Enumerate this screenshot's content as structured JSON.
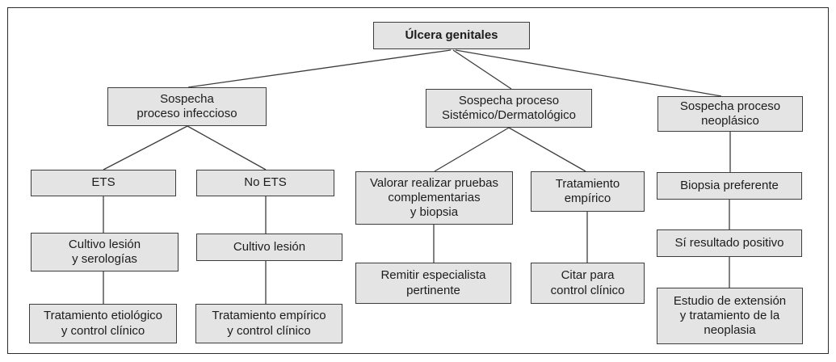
{
  "diagram": {
    "title": "Úlcera genitales",
    "nodes": {
      "root": {
        "label": "Úlcera genitales"
      },
      "suspect_infectious": {
        "label": "Sospecha\nproceso infeccioso"
      },
      "suspect_systemic": {
        "label": "Sospecha proceso\nSistémico/Dermatológico"
      },
      "suspect_neoplastic": {
        "label": "Sospecha proceso\nneoplásico"
      },
      "ets": {
        "label": "ETS"
      },
      "no_ets": {
        "label": "No ETS"
      },
      "culture_serology": {
        "label": "Cultivo lesión\ny serologías"
      },
      "culture": {
        "label": "Cultivo lesión"
      },
      "etiologic_treatment": {
        "label": "Tratamiento etiológico\ny control clínico"
      },
      "empiric_treatment_control": {
        "label": "Tratamiento empírico\ny control clínico"
      },
      "complementary_tests": {
        "label": "Valorar realizar pruebas\ncomplementarias\ny biopsia"
      },
      "empiric_treatment": {
        "label": "Tratamiento\nempírico"
      },
      "refer_specialist": {
        "label": "Remitir especialista\npertinente"
      },
      "clinical_followup": {
        "label": "Citar para\ncontrol clínico"
      },
      "preferential_biopsy": {
        "label": "Biopsia preferente"
      },
      "positive_result": {
        "label": "Sí resultado positivo"
      },
      "extension_study": {
        "label": "Estudio de extensión\ny tratamiento de la\nneoplasia"
      }
    },
    "edges": [
      [
        "root",
        "suspect_infectious"
      ],
      [
        "root",
        "suspect_systemic"
      ],
      [
        "root",
        "suspect_neoplastic"
      ],
      [
        "suspect_infectious",
        "ets"
      ],
      [
        "suspect_infectious",
        "no_ets"
      ],
      [
        "ets",
        "culture_serology"
      ],
      [
        "culture_serology",
        "etiologic_treatment"
      ],
      [
        "no_ets",
        "culture"
      ],
      [
        "culture",
        "empiric_treatment_control"
      ],
      [
        "suspect_systemic",
        "complementary_tests"
      ],
      [
        "suspect_systemic",
        "empiric_treatment"
      ],
      [
        "complementary_tests",
        "refer_specialist"
      ],
      [
        "empiric_treatment",
        "clinical_followup"
      ],
      [
        "suspect_neoplastic",
        "preferential_biopsy"
      ],
      [
        "preferential_biopsy",
        "positive_result"
      ],
      [
        "positive_result",
        "extension_study"
      ]
    ],
    "colors": {
      "box_fill": "#e4e4e4",
      "box_border": "#3d3d3d",
      "connector": "#3d3d3d",
      "text": "#1c1c1c",
      "background": "#ffffff"
    }
  }
}
